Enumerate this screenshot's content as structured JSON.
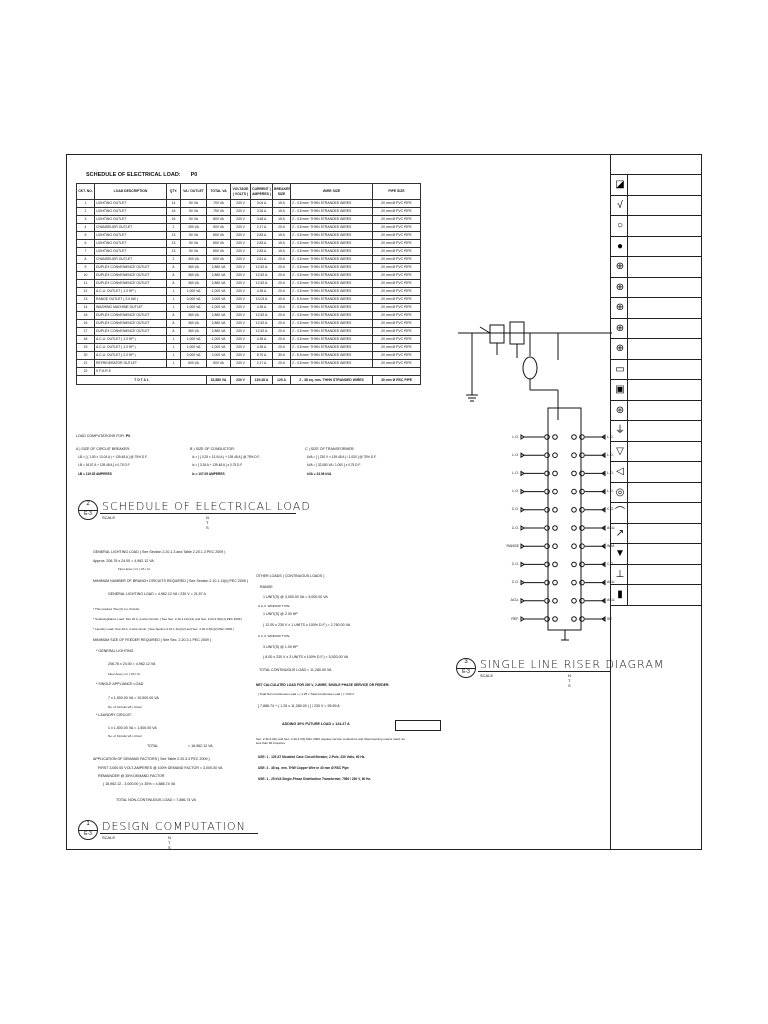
{
  "schedule": {
    "title": "SCHEDULE OF ELECTRICAL LOAD:",
    "panel": "P0",
    "headers": [
      "CKT. NO.",
      "LOAD DESCRIPTION",
      "QTY.",
      "VA / OUTLET",
      "TOTAL VA",
      "VOLTAGE ( VOLTS )",
      "CURRENT ( AMPERES )",
      "BREAKER SIZE",
      "WIRE SIZE",
      "PIPE SIZE"
    ],
    "rows": [
      [
        "1",
        "LIGHTING OUTLET",
        "14",
        "50 VA",
        "700 VA",
        "230 V",
        "3.04 A",
        "15 A",
        "2 - 3.5 mm² THHN STRANDED WIRES",
        "20 mm Ø PVC PIPE"
      ],
      [
        "2",
        "LIGHTING OUTLET",
        "15",
        "50 VA",
        "750 VA",
        "230 V",
        "3.26 A",
        "15 A",
        "2 - 3.5 mm² THHN STRANDED WIRES",
        "20 mm Ø PVC PIPE"
      ],
      [
        "3",
        "LIGHTING OUTLET",
        "16",
        "50 VA",
        "800 VA",
        "230 V",
        "3.48 A",
        "15 A",
        "2 - 3.5 mm² THHN STRANDED WIRES",
        "20 mm Ø PVC PIPE"
      ],
      [
        "4",
        "CHANDELIER OUTLET",
        "2",
        "250 VA",
        "500 VA",
        "230 V",
        "2.17 A",
        "20 A",
        "2 - 3.5 mm² THHN STRANDED WIRES",
        "20 mm Ø PVC PIPE"
      ],
      [
        "5",
        "LIGHTING OUTLET",
        "13",
        "50 VA",
        "650 VA",
        "230 V",
        "2.83 A",
        "15 A",
        "2 - 3.5 mm² THHN STRANDED WIRES",
        "20 mm Ø PVC PIPE"
      ],
      [
        "6",
        "LIGHTING OUTLET",
        "13",
        "50 VA",
        "650 VA",
        "230 V",
        "2.83 A",
        "15 A",
        "2 - 3.5 mm² THHN STRANDED WIRES",
        "20 mm Ø PVC PIPE"
      ],
      [
        "7",
        "LIGHTING OUTLET",
        "13",
        "50 VA",
        "650 VA",
        "230 V",
        "2.83 A",
        "15 A",
        "2 - 3.5 mm² THHN STRANDED WIRES",
        "20 mm Ø PVC PIPE"
      ],
      [
        "8",
        "CHANDELIER OUTLET",
        "2",
        "300 VA",
        "600 VA",
        "230 V",
        "2.61 A",
        "20 A",
        "2 - 3.5 mm² THHN STRANDED WIRES",
        "20 mm Ø PVC PIPE"
      ],
      [
        "9",
        "DUPLEX CONVENIENCE OUTLET",
        "8",
        "360 VA",
        "2,880 VA",
        "230 V",
        "12.52 A",
        "20 A",
        "2 - 3.5 mm² THHN STRANDED WIRES",
        "20 mm Ø PVC PIPE"
      ],
      [
        "10",
        "DUPLEX CONVENIENCE OUTLET",
        "8",
        "360 VA",
        "2,880 VA",
        "230 V",
        "12.52 A",
        "20 A",
        "2 - 3.5 mm² THHN STRANDED WIRES",
        "20 mm Ø PVC PIPE"
      ],
      [
        "11",
        "DUPLEX CONVENIENCE OUTLET",
        "8",
        "360 VA",
        "2,880 VA",
        "230 V",
        "12.52 A",
        "20 A",
        "2 - 3.5 mm² THHN STRANDED WIRES",
        "20 mm Ø PVC PIPE"
      ],
      [
        "12",
        "A.C.U. OUTLET ( 1.0 HP )",
        "1",
        "1,000 VA",
        "1,000 VA",
        "230 V",
        "4.35 A",
        "20 A",
        "2 - 3.5 mm² THHN STRANDED WIRES",
        "20 mm Ø PVC PIPE"
      ],
      [
        "13",
        "RANGE OUTLET ( 3.0 kW )",
        "1",
        "3,000 VA",
        "3,000 VA",
        "230 V",
        "13.04 A",
        "40 A",
        "2 - 5.5 mm² THHN STRANDED WIRES",
        "20 mm Ø PVC PIPE"
      ],
      [
        "14",
        "WASHING MACHINE OUTLET",
        "1",
        "1,000 VA",
        "1,000 VA",
        "230 V",
        "4.35 A",
        "20 A",
        "2 - 3.5 mm² THHN STRANDED WIRES",
        "20 mm Ø PVC PIPE"
      ],
      [
        "15",
        "DUPLEX CONVENIENCE OUTLET",
        "8",
        "360 VA",
        "2,880 VA",
        "230 V",
        "12.52 A",
        "20 A",
        "2 - 3.5 mm² THHN STRANDED WIRES",
        "20 mm Ø PVC PIPE"
      ],
      [
        "16",
        "DUPLEX CONVENIENCE OUTLET",
        "8",
        "360 VA",
        "2,880 VA",
        "230 V",
        "12.52 A",
        "20 A",
        "2 - 3.5 mm² THHN STRANDED WIRES",
        "20 mm Ø PVC PIPE"
      ],
      [
        "17",
        "DUPLEX CONVENIENCE OUTLET",
        "8",
        "360 VA",
        "2,880 VA",
        "230 V",
        "12.52 A",
        "20 A",
        "2 - 3.5 mm² THHN STRANDED WIRES",
        "20 mm Ø PVC PIPE"
      ],
      [
        "18",
        "A.C.U. OUTLET ( 1.0 HP )",
        "1",
        "1,000 VA",
        "1,000 VA",
        "230 V",
        "4.35 A",
        "20 A",
        "2 - 3.5 mm² THHN STRANDED WIRES",
        "20 mm Ø PVC PIPE"
      ],
      [
        "19",
        "A.C.U. OUTLET ( 1.0 HP )",
        "1",
        "1,000 VA",
        "1,000 VA",
        "230 V",
        "4.35 A",
        "20 A",
        "2 - 3.5 mm² THHN STRANDED WIRES",
        "20 mm Ø PVC PIPE"
      ],
      [
        "20",
        "A.C.U. OUTLET ( 2.0 HP )",
        "1",
        "2,000 VA",
        "2,000 VA",
        "230 V",
        "8.70 A",
        "30 A",
        "2 - 5.5 mm² THHN STRANDED WIRES",
        "20 mm Ø PVC PIPE"
      ],
      [
        "21",
        "REFRIGERATOR OUTLET",
        "1",
        "500 VA",
        "500 VA",
        "230 V",
        "2.17 A",
        "20 A",
        "2 - 3.5 mm² THHN STRANDED WIRES",
        "20 mm Ø PVC PIPE"
      ],
      [
        "22",
        "S P A R E",
        "",
        "",
        "",
        "",
        "",
        "",
        "",
        ""
      ]
    ],
    "total": {
      "label": "T O T A L",
      "va": "32,880 VA",
      "volts": "230 V",
      "amps": "139.48 A",
      "breaker": "125 A",
      "wire": "2 - 38 sq. mm. THHN STRANDED WIRES",
      "pipe": "40 mm Ø RSC PIPE"
    }
  },
  "load_computations": {
    "heading": "LOAD COMPUTATIONS FOR:",
    "panel": "P0",
    "a": "A ) SIZE OF CIRCUIT BREAKER:",
    "b": "B ) SIZE OF CONDUCTOR:",
    "c": "C ) SIZE OF TRANSFORMER:",
    "a1": "IₜB = [ ( 1.50 × 13.04 A ) + 139.48 A ] @ 75% D.F.",
    "a2": "IₜB = 16.57 A + 139.48 A ] x 0.75 D.F.",
    "a3": "IₜB = 119.35 AMPERES",
    "b1": "Iᴄ = [ ( 0.25 × 13.04 A ) + 139.48 A ] @ 75% D.F.",
    "b2": "Iᴄ = [ 3.26 A + 139.48 A ] x 0.75 D.F.",
    "b3": "Iᴄ = 107.05 AMPERES",
    "c1": "kVA = [ ( 230 V × 139.48 A ) / 1,000 ] @ 75% D.F.",
    "c2": "kVA = [ 32,080 VA / 1,000 ] x 0.75 D.F.",
    "c3": "kVA = 24.06 kVA"
  },
  "callouts": {
    "c2": {
      "num": "2",
      "sheet": "E-3",
      "title": "SCHEDULE OF ELECTRICAL LOAD",
      "scale": "SCALE",
      "ns": "N T S"
    },
    "c3": {
      "num": "3",
      "sheet": "E-3",
      "title": "SINGLE LINE RISER DIAGRAM",
      "scale": "SCALE",
      "ns": "N T S"
    },
    "c1": {
      "num": "1",
      "sheet": "E-3",
      "title": "DESIGN COMPUTATION",
      "scale": "SCALE",
      "ns": "N T S"
    }
  },
  "design": {
    "gl_head": "GENERAL LIGHTING LOAD ( See Section 2.20.1.3 and Table 2.20.1.3 PEC 2009 )",
    "gl_line": "Approx.   206.76   x   24.00   =   4,962.12   VA",
    "gl_units": "Floor Area ( m² )          VA / m²",
    "min_head": "MINIMUM NUMBER OF BRANCH CIRCUITS REQUIRED ( See Section 2.10.1.11(b) PEC 2009 )",
    "min_line": "GENERAL LIGHTING LOAD  =  4,962.12 VA / 230 V  =  21.57   A",
    "note1": "* This requires Two (2) 4-L Circuits.",
    "note2": "* Small Appliance Load: Two 20 A, 2-wire Circuits. [ See Sec. 2.10.1.11(c)(1) and Sec. 2.20.3.3(b)(1) PEC 2009 ]",
    "note3": "* Laundry Load: One 20 A, 2-wire circuit. [ See Section 2.10.1.11(c)(2) and Sec. 2.20.3.3(b)(2) PEC 2009 ]",
    "feeder_head": "MINIMUM SIZE OF FEEDER REQUIRED ( See Sec. 2.20.3.1 PEC 2009 )",
    "gen_light": "* GENERAL LIGHTING",
    "gen_light_line": "206.76   x   24.00   =   4,962.12   VA",
    "gen_light_units": "Floor Area ( m² )        VA / m²",
    "small_app": "* SINGLE APPLIANCE LOAD",
    "small_app_line": "7   x   1,500.00 VA   =   10,500.00   VA",
    "small_app_units": "No. of Circuits        VA / circuit",
    "laundry": "* LAUNDRY CIRCUIT:",
    "laundry_line": "1   x   1,500.00 VA   =   1,500.00   VA",
    "laundry_units": "No. of Circuits        VA / circuit",
    "total_label": "TOTAL",
    "total_value": "=   16,962.12   VA",
    "df_head": "APPLICATION OF DEMAND FACTORS ( See Table 2.20.3.3 PEC 2009 )",
    "df1": "FIRST 3,000.00 VOLT-AMPERES @ 100% DEMAND FACTOR   =   3,000.00   VA",
    "df2": "REMAINDER @ 35% DEMAND FACTOR",
    "df3": "( 16,962.12 - 3,000.00 ) x 35%   =   4,886.74   VA",
    "df_total": "TOTAL NON-CONTINUOUS LOAD   =   7,886.74   VA",
    "other_head": "OTHER LOADS ( CONTINUOUS LOADS )",
    "range": "RANGE",
    "range_line": "1 UNIT(S) @ 3,000.00 VA   =   3,000.00 VA",
    "acu_w": "A.C.U.   WINDOW TYPE",
    "acu1_line": "1 UNIT(S) @ 2.00 HP",
    "acu1_calc": "( 12.00 x 230 V x 1 UNITS x 100% D.F.)   =   2,760.00 VA",
    "acu_w2": "A.C.U.   WINDOW TYPE",
    "acu2_line": "3 UNIT(S) @ 1.00 HP",
    "acu2_calc": "( 8.00 x 230 V x 3 UNITS x 100% D.F.)   =   5,520.00 VA",
    "cont_total": "TOTAL CONTINUOUS LOAD   =   11,280.00 VA",
    "net_head": "NET CALCULATED LOAD FOR 230 V, 2-WIRE, SINGLE PHASE SERVICE OR FEEDER:",
    "net_formula": "( Total Non-Continuous Load + ( 1.25 x Total Continuous Load ) ) / 230 V",
    "net_line": "[ 7,886.74 + ( 1.25 x 11,280.00 ) ] / 230 V   =   95.59   A",
    "future": "ADDING 30% FUTURE LOAD   =   124.27   A",
    "sec": "Sec. 2.30.4.3(b) and Sec. 2.30.4.3(b) PEC 2009 requires service conductors and disconnecting means rated not less than 60 Amperes.",
    "use1": "USE:   1 - 125 AT Moulded Case Circuit Breaker, 2-Pole, 230 Volts, 60 Hz.",
    "use2": "USE:   2 - 38 sq. mm. THW Copper Wire in 40 mm Ø RSC Pipe",
    "use3": "USE:   1 - 25 kVA Single-Phase Distribution Transformer, 7960 / 230 V, 60 Hz."
  },
  "riser": {
    "left_labels": [
      "L.O.",
      "L.O.",
      "L.O.",
      "L.O.",
      "C.O.",
      "C.O.",
      "RANGE",
      "C.O.",
      "C.O.",
      "ACU.",
      "REF."
    ],
    "right_labels": [
      "L.O.",
      "L.O.",
      "L.O.",
      "L.O.",
      "C.O.",
      "ACU.",
      "W.M.",
      "C.O.",
      "ACU.",
      "ACU.",
      "SP."
    ]
  }
}
